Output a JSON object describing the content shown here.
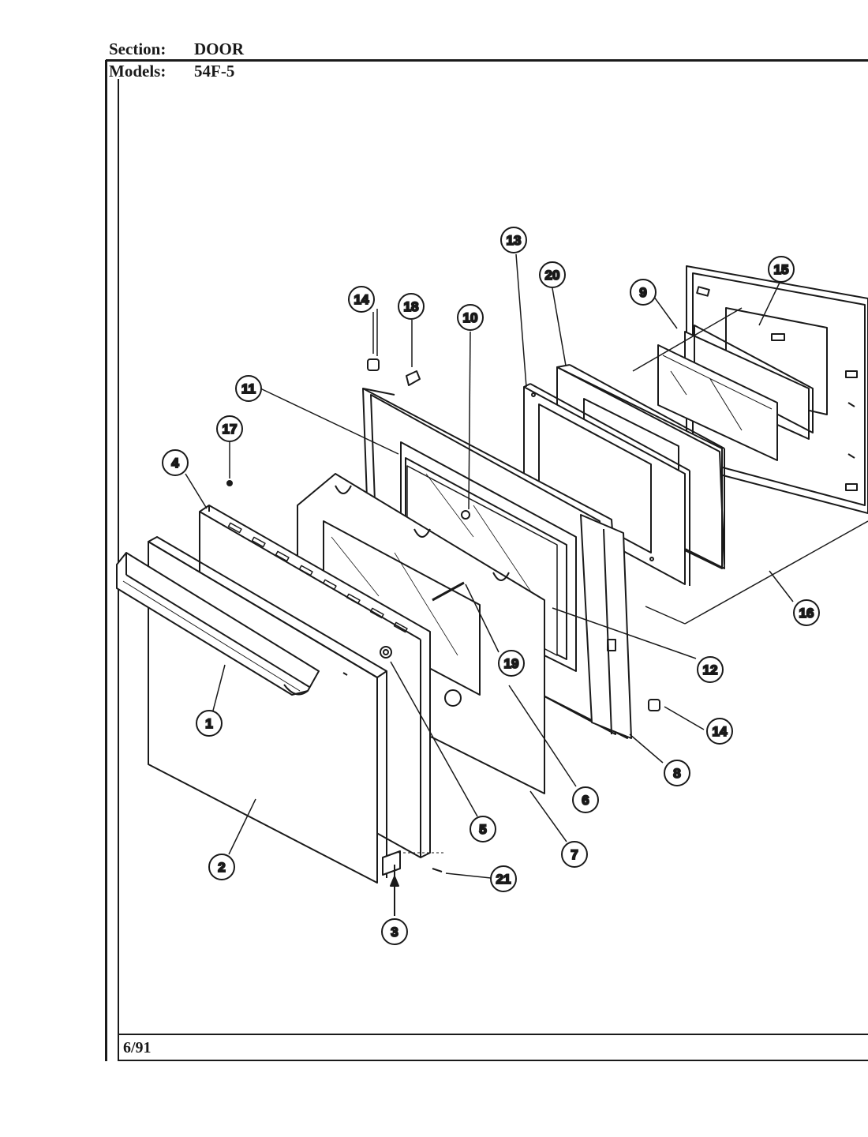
{
  "header": {
    "section_label": "Section:",
    "section_value": "DOOR",
    "models_label": "Models:",
    "models_value": "54F-5"
  },
  "footer": {
    "date": "6/91"
  },
  "callouts": [
    "1",
    "2",
    "3",
    "4",
    "5",
    "6",
    "7",
    "8",
    "9",
    "10",
    "11",
    "12",
    "13",
    "14",
    "14",
    "15",
    "16",
    "17",
    "18",
    "19",
    "20",
    "21"
  ]
}
